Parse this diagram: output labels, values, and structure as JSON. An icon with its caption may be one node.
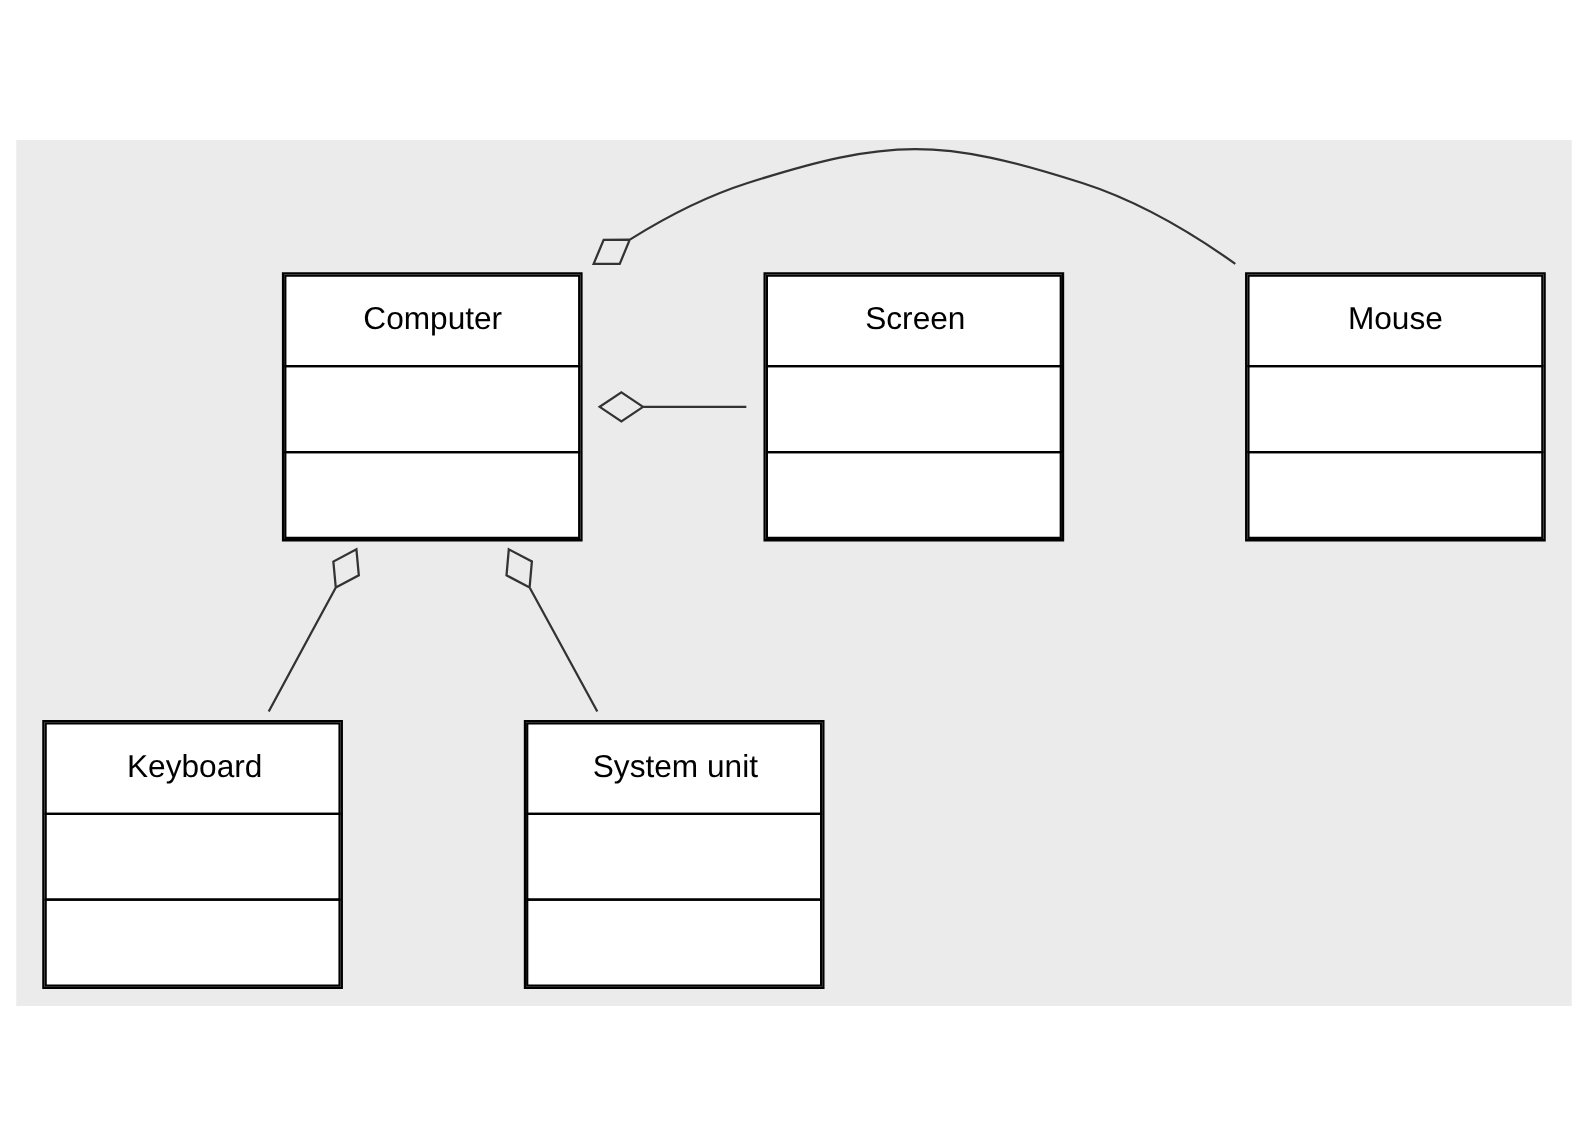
{
  "diagram": {
    "nodes": [
      {
        "text": [
          "Computer"
        ]
      },
      {
        "text": [
          "Mouse"
        ]
      },
      {
        "text": [
          "Screen"
        ]
      },
      {
        "text": [
          "Keyboard"
        ]
      },
      {
        "text": [
          "System unit"
        ]
      }
    ],
    "edges": [
      {
        "from": 0,
        "to": 1,
        "arrow": "other"
      },
      {
        "from": 0,
        "to": 2,
        "arrow": "other"
      },
      {
        "from": 0,
        "to": 3,
        "arrow": "other"
      },
      {
        "from": 0,
        "to": 4,
        "arrow": "other"
      }
    ]
  }
}
